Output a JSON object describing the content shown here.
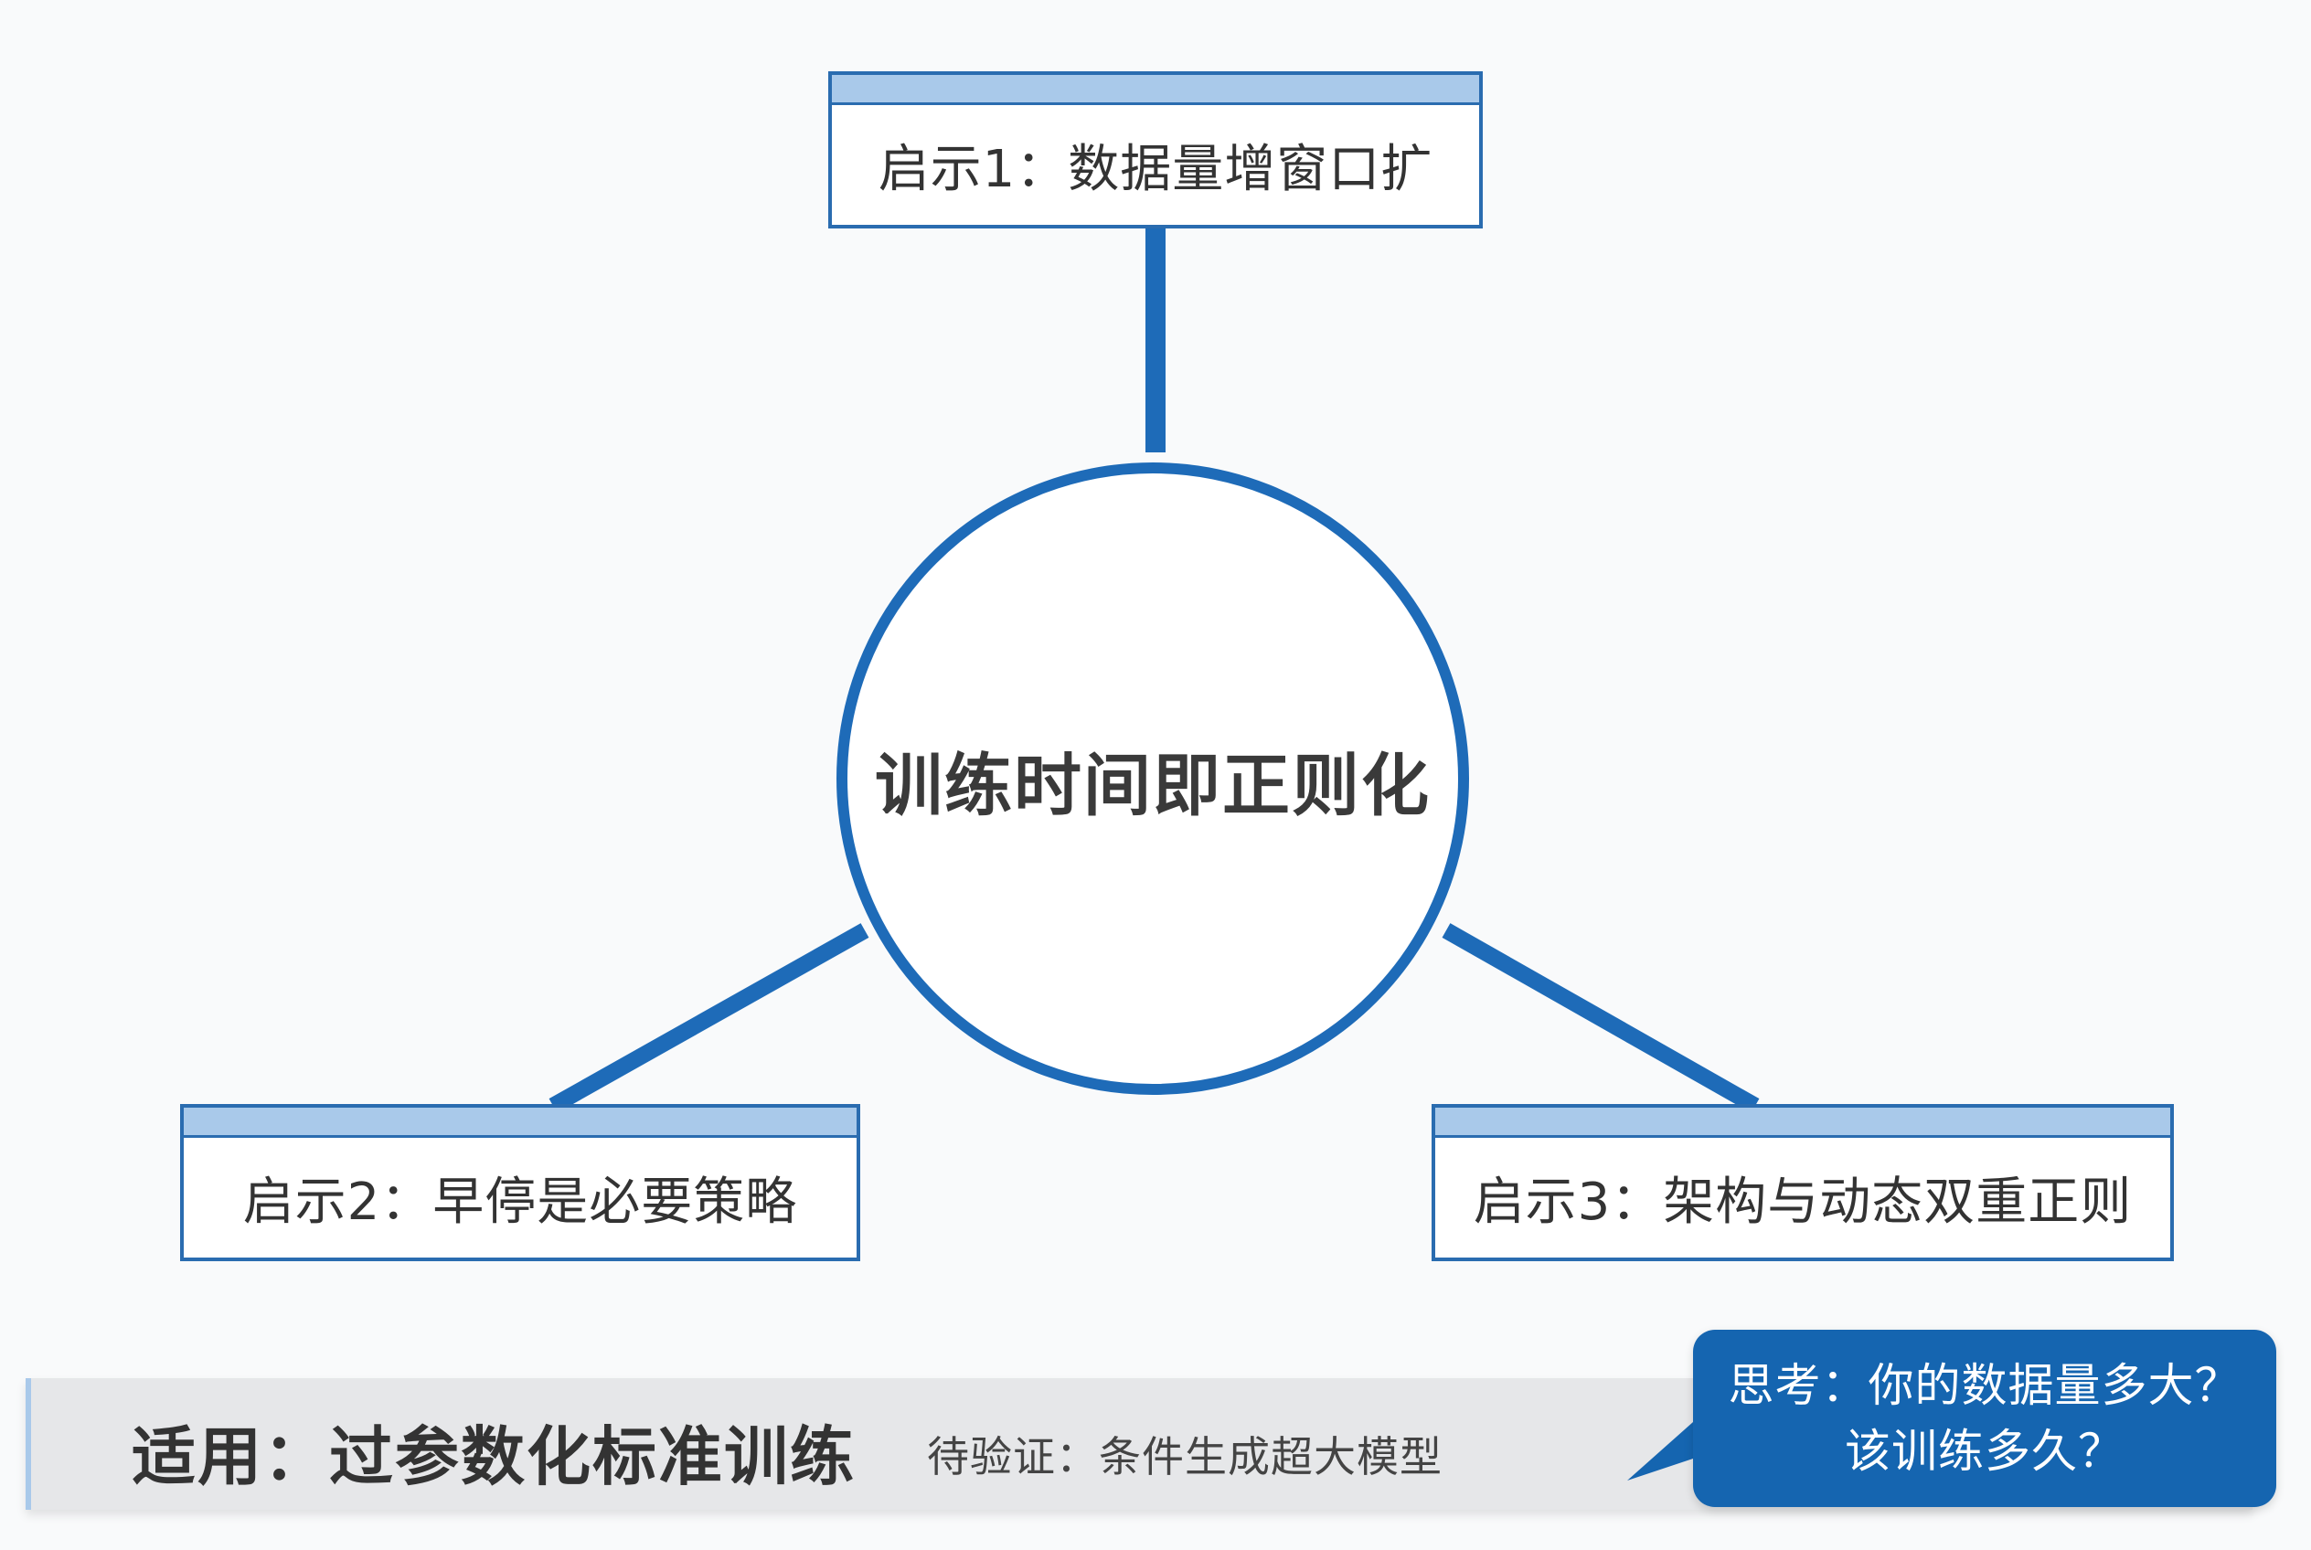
{
  "diagram": {
    "center": {
      "label": "训练时间即正则化"
    },
    "insights": [
      {
        "label": "启示1：数据量增窗口扩"
      },
      {
        "label": "启示2：早停是必要策略"
      },
      {
        "label": "启示3：架构与动态双重正则"
      }
    ]
  },
  "footer": {
    "applicable": "适用：过参数化标准训练",
    "pending": "待验证：条件生成超大模型"
  },
  "think": {
    "line1": "思考：你的数据量多大？",
    "line2": "该训练多久？"
  },
  "colors": {
    "accent": "#1565b0",
    "line": "#1e6bb8",
    "header_fill": "#a9c9ea",
    "footer_bg": "#e6e7e9",
    "page_bg": "#f9fafb"
  }
}
